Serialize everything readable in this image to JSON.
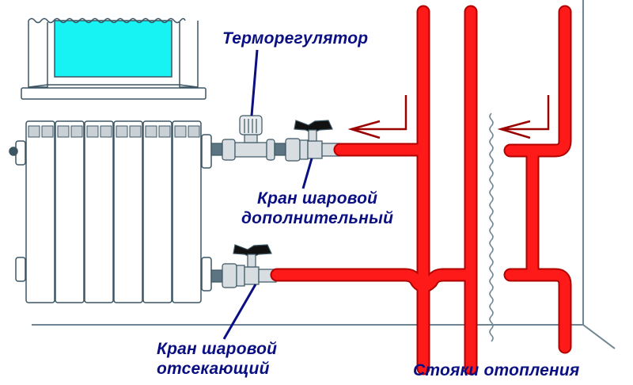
{
  "diagram": {
    "title": "Схема подключения радиатора к стоякам отопления",
    "labels": {
      "thermostat": "Терморегулятор",
      "extra_valve_line1": "Кран шаровой",
      "extra_valve_line2": "дополнительный",
      "shutoff_valve_line1": "Кран шаровой",
      "shutoff_valve_line2": "отсекающий",
      "risers": "Стояки отопления"
    },
    "components": [
      "window",
      "radiator",
      "thermostat",
      "ball-valve-extra",
      "ball-valve-shutoff",
      "heating-risers",
      "bypass",
      "flow-arrows",
      "wall",
      "floor"
    ],
    "radiator_sections": 6,
    "flow_direction_arrows": 2,
    "colors": {
      "pipe": "#ff1a1a",
      "pipe_outline": "#b00000",
      "label_text": "#0a0f82",
      "glass": "#17f3f3",
      "outline": "#3b5563",
      "fitting": "#d7dde0",
      "valve_handle": "#111111"
    }
  }
}
